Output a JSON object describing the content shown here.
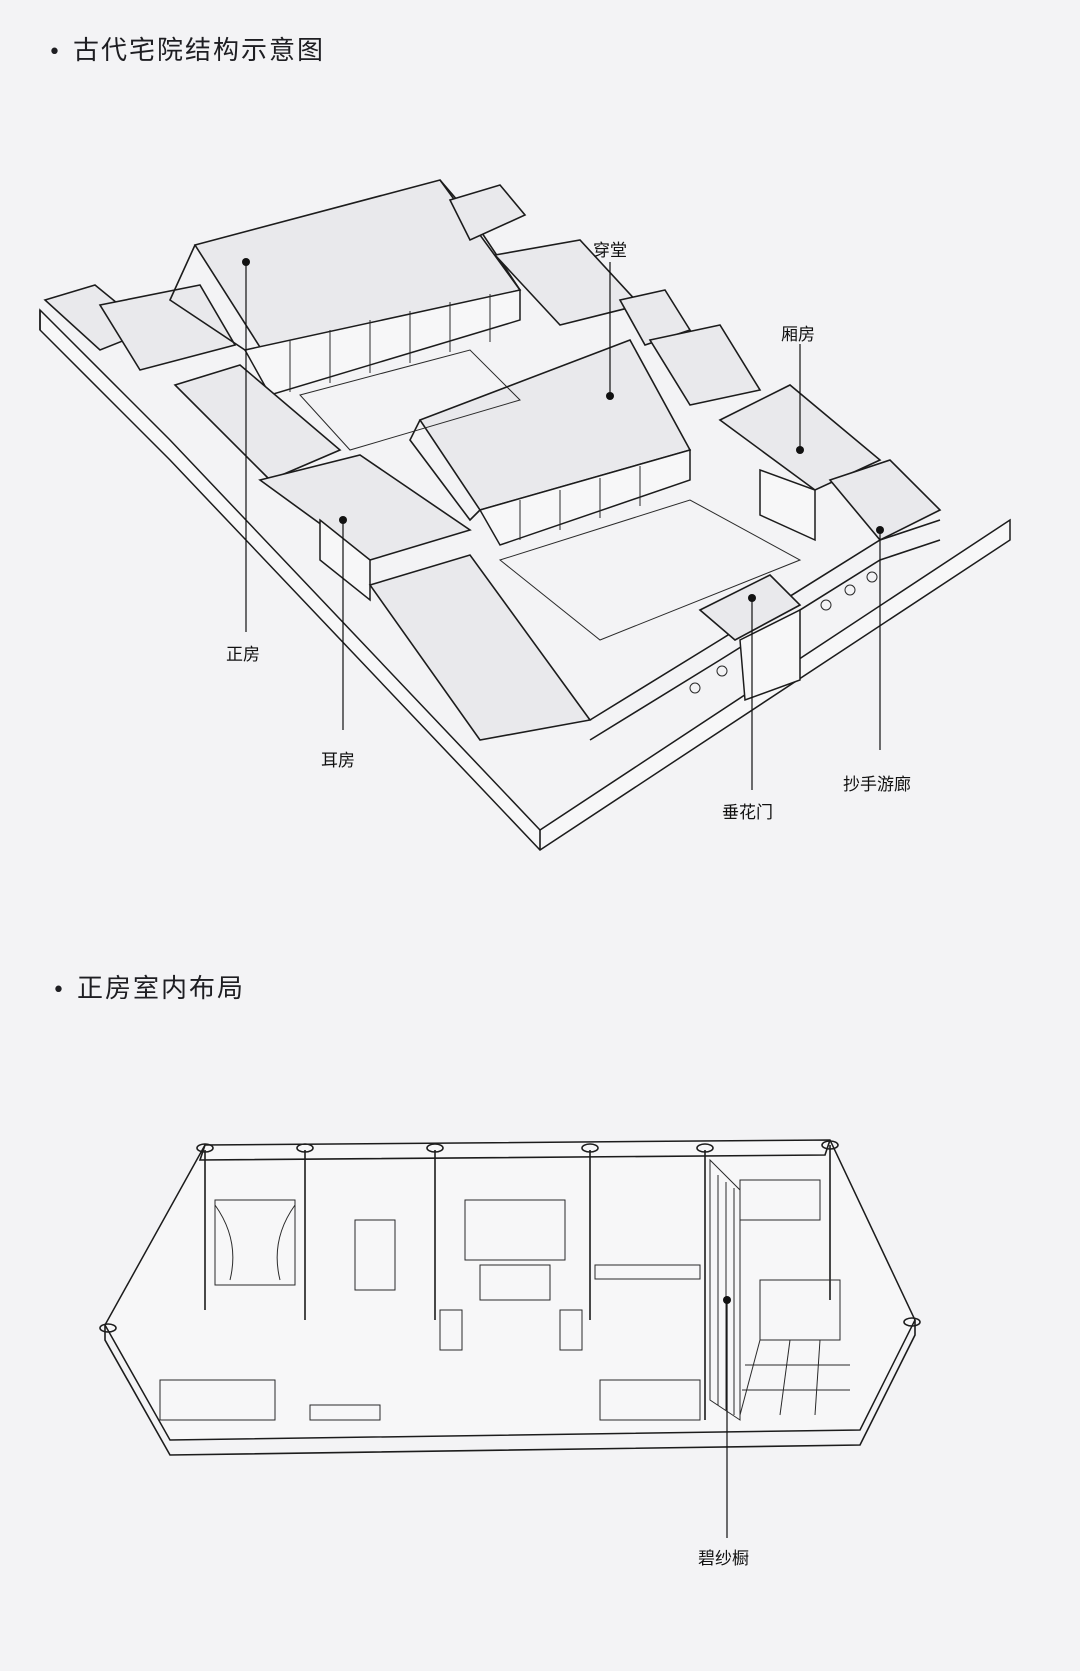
{
  "section1": {
    "title": "古代宅院结构示意图",
    "labels": {
      "chuantang": "穿堂",
      "xiangfang": "厢房",
      "zhengfang": "正房",
      "erfang": "耳房",
      "chaoshouyoulang": "抄手游廊",
      "chuihuamen": "垂花门"
    }
  },
  "section2": {
    "title": "正房室内布局",
    "labels": {
      "bishachu": "碧纱橱"
    }
  }
}
